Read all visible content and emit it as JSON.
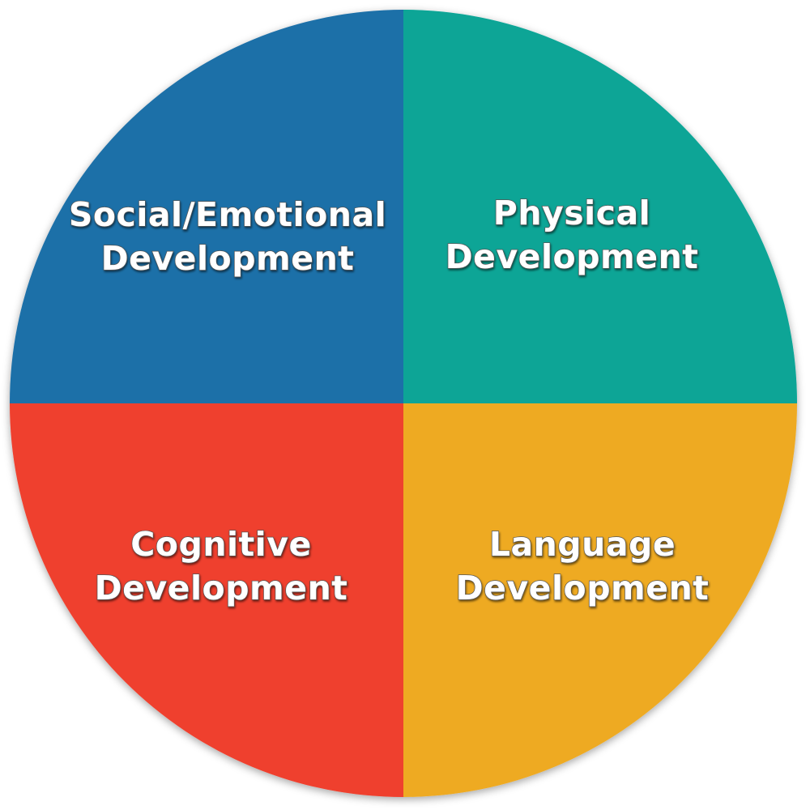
{
  "diagram": {
    "type": "quartered-circle",
    "quadrants": [
      {
        "position": "top-left",
        "line1": "Social/Emotional",
        "line2": "Development",
        "color": "#1F6FA8"
      },
      {
        "position": "top-right",
        "line1": "Physical",
        "line2": "Development",
        "color": "#07A596"
      },
      {
        "position": "bottom-left",
        "line1": "Cognitive",
        "line2": "Development",
        "color": "#EF412D"
      },
      {
        "position": "bottom-right",
        "line1": "Language",
        "line2": "Development",
        "color": "#EEAA24"
      }
    ]
  }
}
